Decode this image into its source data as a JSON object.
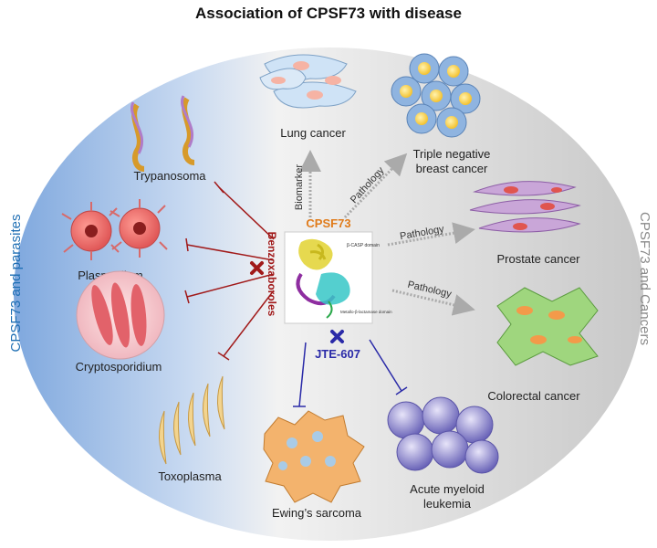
{
  "title": "Association of CPSF73 with disease",
  "center": {
    "label": "CPSF73",
    "domain_label_1": "β-CASP domain",
    "domain_label_2": "Metallo-β-lactamase domain"
  },
  "inhibitors": {
    "parasites": "Benzoxaboroles",
    "cancers": "JTE-607"
  },
  "sides": {
    "left": "CPSF73 and parasites",
    "right": "CPSF73 and Cancers"
  },
  "parasites": [
    "Trypanosoma",
    "Plasmodium",
    "Cryptosporidium",
    "Toxoplasma"
  ],
  "cancers": {
    "lung": "Lung cancer",
    "tnbc_line1": "Triple negative",
    "tnbc_line2": "breast cancer",
    "prostate": "Prostate cancer",
    "colorectal": "Colorectal cancer",
    "ewing": "Ewing’s sarcoma",
    "aml_line1": "Acute myeloid",
    "aml_line2": "leukemia"
  },
  "arrow_labels": {
    "biomarker": "Biomarker",
    "pathology_tnbc": "Pathology",
    "pathology_prostate": "Pathology",
    "pathology_colorectal": "Pathology"
  },
  "colors": {
    "inhibitor_red": "#a11a1a",
    "inhibitor_blue": "#2a2aa8",
    "cpsf73_orange": "#e07b1a",
    "left_blue": "#1f6fb4"
  }
}
